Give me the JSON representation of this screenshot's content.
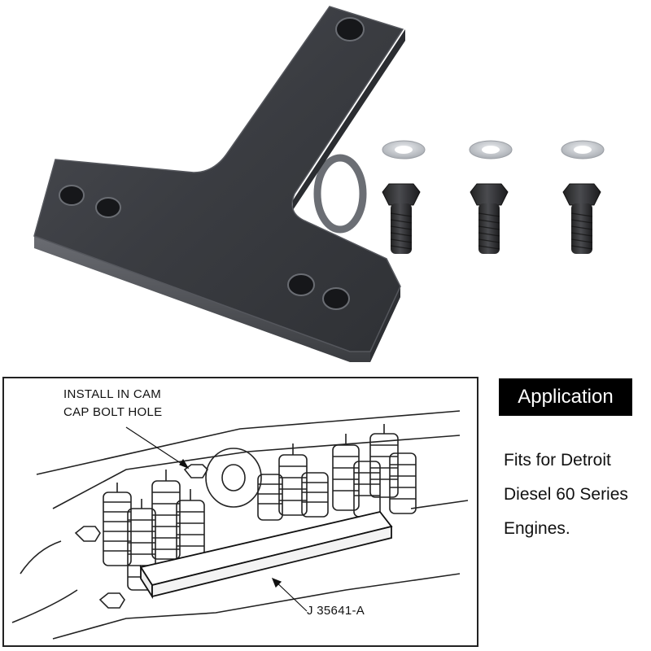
{
  "product_photo": {
    "items": [
      "t-bracket",
      "washer",
      "washer",
      "washer",
      "bolt",
      "bolt",
      "bolt"
    ]
  },
  "diagram": {
    "callout_install_line1": "INSTALL IN CAM",
    "callout_install_line2": "CAP BOLT HOLE",
    "part_label": "J 35641-A"
  },
  "application": {
    "badge": "Application",
    "desc_line1": "Fits for Detroit",
    "desc_line2": "Diesel 60 Series",
    "desc_line3": "Engines."
  },
  "colors": {
    "metal": "#3b3d42",
    "metal_edge": "#5a5c62",
    "washer": "#c9ccd1",
    "badge_bg": "#000000",
    "badge_text": "#ffffff"
  }
}
